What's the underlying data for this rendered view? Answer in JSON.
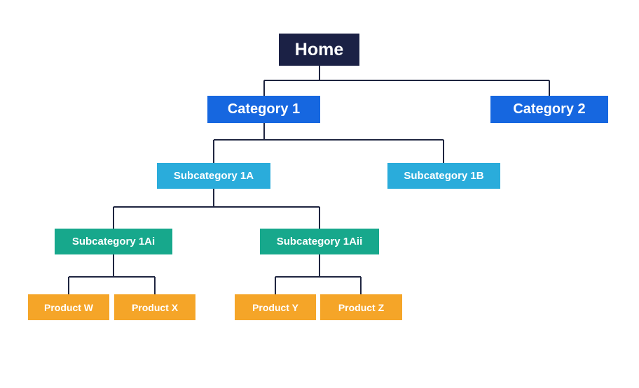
{
  "diagram": {
    "type": "sitemap-hierarchy",
    "nodes": {
      "home": {
        "label": "Home",
        "level": 0
      },
      "category_1": {
        "label": "Category 1",
        "level": 1
      },
      "category_2": {
        "label": "Category 2",
        "level": 1
      },
      "subcategory_1a": {
        "label": "Subcategory 1A",
        "level": 2
      },
      "subcategory_1b": {
        "label": "Subcategory 1B",
        "level": 2
      },
      "subcategory_1ai": {
        "label": "Subcategory 1Ai",
        "level": 3
      },
      "subcategory_1aii": {
        "label": "Subcategory 1Aii",
        "level": 3
      },
      "product_w": {
        "label": "Product W",
        "level": 4
      },
      "product_x": {
        "label": "Product X",
        "level": 4
      },
      "product_y": {
        "label": "Product Y",
        "level": 4
      },
      "product_z": {
        "label": "Product Z",
        "level": 4
      }
    },
    "edges": [
      {
        "from": "home",
        "to": "category_1"
      },
      {
        "from": "home",
        "to": "category_2"
      },
      {
        "from": "category_1",
        "to": "subcategory_1a"
      },
      {
        "from": "category_1",
        "to": "subcategory_1b"
      },
      {
        "from": "subcategory_1a",
        "to": "subcategory_1ai"
      },
      {
        "from": "subcategory_1a",
        "to": "subcategory_1aii"
      },
      {
        "from": "subcategory_1ai",
        "to": "product_w"
      },
      {
        "from": "subcategory_1ai",
        "to": "product_x"
      },
      {
        "from": "subcategory_1aii",
        "to": "product_y"
      },
      {
        "from": "subcategory_1aii",
        "to": "product_z"
      }
    ],
    "colors": {
      "home": "#1b2145",
      "category": "#1667e0",
      "subcategory": "#2aacdb",
      "subsubcategory": "#17a88c",
      "product": "#f5a528",
      "connector": "#1f2540",
      "text": "#ffffff",
      "background": "#ffffff"
    }
  }
}
